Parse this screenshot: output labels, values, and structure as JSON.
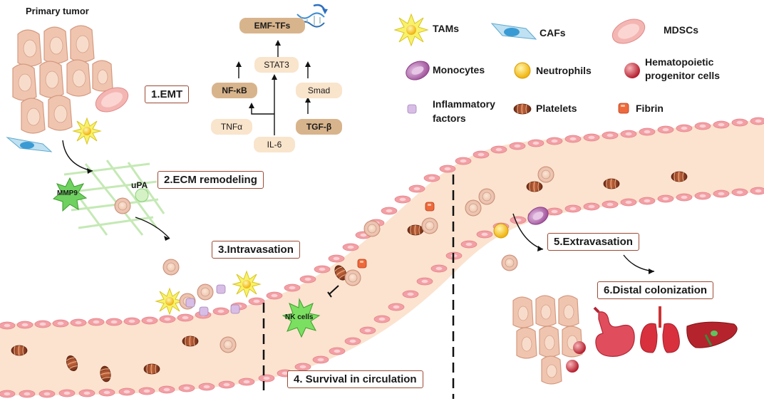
{
  "title": "Primary tumor",
  "steps": {
    "emt": "1.EMT",
    "ecm": "2.ECM remodeling",
    "intravasation": "3.Intravasation",
    "survival": "4. Survival in circulation",
    "extravasation": "5.Extravasation",
    "colonization": "6.Distal colonization"
  },
  "pathway": {
    "emf": "EMF-TFs",
    "stat3": "STAT3",
    "nfkb": "NF-κB",
    "smad": "Smad",
    "tnfa": "TNFα",
    "il6": "IL-6",
    "tgfb": "TGF-β"
  },
  "markers": {
    "mmp9": "MMP9",
    "upa": "uPA",
    "nk": "NK cells"
  },
  "legend": {
    "tams": "TAMs",
    "cafs": "CAFs",
    "mdscs": "MDSCs",
    "monocytes": "Monocytes",
    "neutrophils": "Neutrophils",
    "hpc_line1": "Hematopoietic",
    "hpc_line2": "progenitor cells",
    "inflam_line1": "Inflammatory",
    "inflam_line2": "factors",
    "platelets": "Platelets",
    "fibrin": "Fibrin"
  },
  "colors": {
    "vessel_fill": "#fbe3cf",
    "endothelial": "#f2a0a5",
    "tumor_cell": "#f1c8b5",
    "step_border": "#9c4a33",
    "platelet": "#8b3a22",
    "tam": "#f7ef3a",
    "caf": "#4aa8d8",
    "mdsc": "#f4b3b0",
    "monocyte": "#b46db0",
    "neutrophil": "#f5c022",
    "hpc": "#c8283a",
    "inflam": "#c9a9d8",
    "fibrin": "#e0502a",
    "nk": "#4fc24f"
  },
  "icons": [
    "tumor-cell-icon",
    "tam-icon",
    "caf-icon",
    "mdsc-icon",
    "monocyte-icon",
    "neutrophil-icon",
    "hpc-icon",
    "inflammatory-factor-icon",
    "platelet-icon",
    "fibrin-icon",
    "nk-cell-icon",
    "mmp9-icon",
    "dna-icon",
    "stomach-icon",
    "lungs-icon",
    "liver-icon"
  ]
}
